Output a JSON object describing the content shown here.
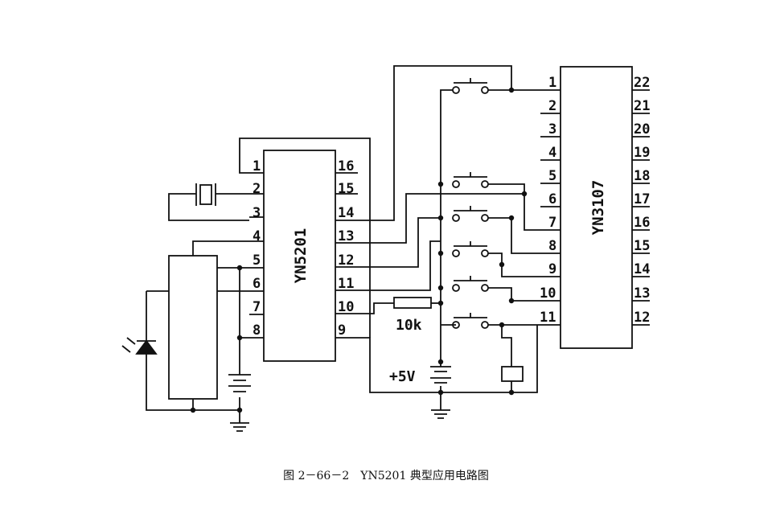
{
  "diagram": {
    "chip_left": {
      "name": "YN5201",
      "pins_left": [
        "1",
        "2",
        "3",
        "4",
        "5",
        "6",
        "7",
        "8"
      ],
      "pins_right": [
        "16",
        "15",
        "14",
        "13",
        "12",
        "11",
        "10",
        "9"
      ]
    },
    "chip_right": {
      "name": "YN3107",
      "pins_left": [
        "1",
        "2",
        "3",
        "4",
        "5",
        "6",
        "7",
        "8",
        "9",
        "10",
        "11"
      ],
      "pins_right": [
        "22",
        "21",
        "20",
        "19",
        "18",
        "17",
        "16",
        "15",
        "14",
        "13",
        "12"
      ]
    },
    "labels": {
      "resistor": "10k",
      "supply": "+5V"
    },
    "caption": "图 2－66－2　YN5201 典型应用电路图"
  }
}
